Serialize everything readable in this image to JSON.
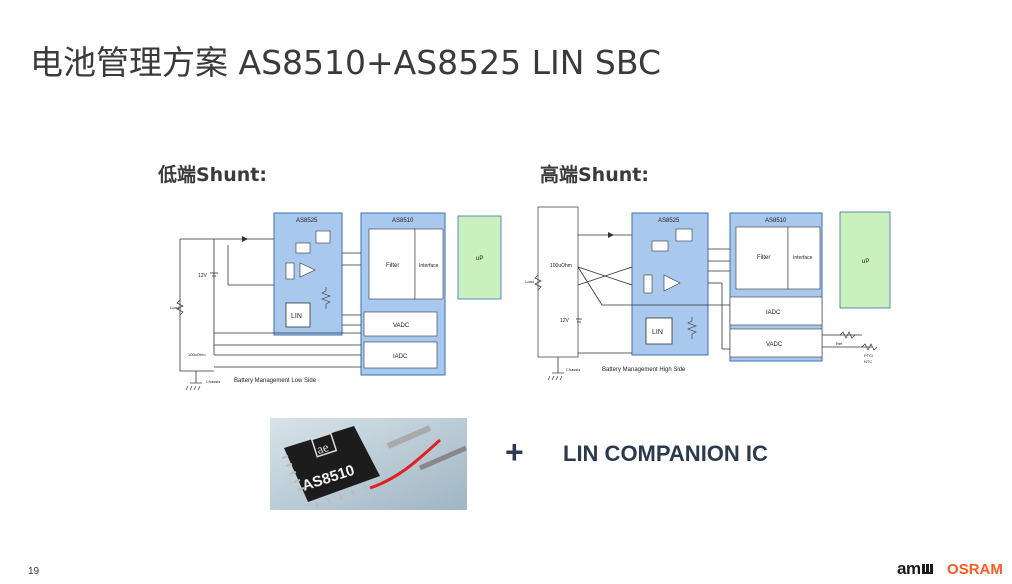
{
  "title": "电池管理方案 AS8510+AS8525 LIN SBC",
  "low_side": {
    "heading": "低端Shunt:",
    "chip1": "AS8525",
    "chip2": "AS8510",
    "filter": "Filter",
    "interface": "Interface",
    "up": "uP",
    "lin": "LIN",
    "vadc": "VADC",
    "iadc": "IADC",
    "v12": "12V",
    "load": "Load",
    "shunt": "100uOhm",
    "chassis": "Chassis",
    "caption": "Battery Management Low Side"
  },
  "high_side": {
    "heading": "高端Shunt:",
    "chip1": "AS8525",
    "chip2": "AS8510",
    "filter": "Filter",
    "interface": "Interface",
    "up": "uP",
    "lin": "LIN",
    "iadc": "IADC",
    "vadc": "VADC",
    "v12": "12V",
    "load": "Load",
    "shunt": "100uOhm",
    "chassis": "Chassis",
    "ref": "Ref",
    "ptc": "PTC/\nNTC",
    "ptc_line1": "PTC/",
    "ptc_line2": "NTC",
    "caption": "Battery Management High Side"
  },
  "chip_photo": {
    "logo": "ae",
    "part": "AS8510"
  },
  "plus": "+",
  "lin_companion": "LIN COMPANION IC",
  "page_number": "19",
  "footer": {
    "ams": "am",
    "osram": "OSRAM"
  },
  "colors": {
    "chip_blue": "#a9c8ee",
    "chip_border": "#3b6fb6",
    "up_green": "#c9f0bd",
    "accent_orange": "#ff5a1f"
  }
}
